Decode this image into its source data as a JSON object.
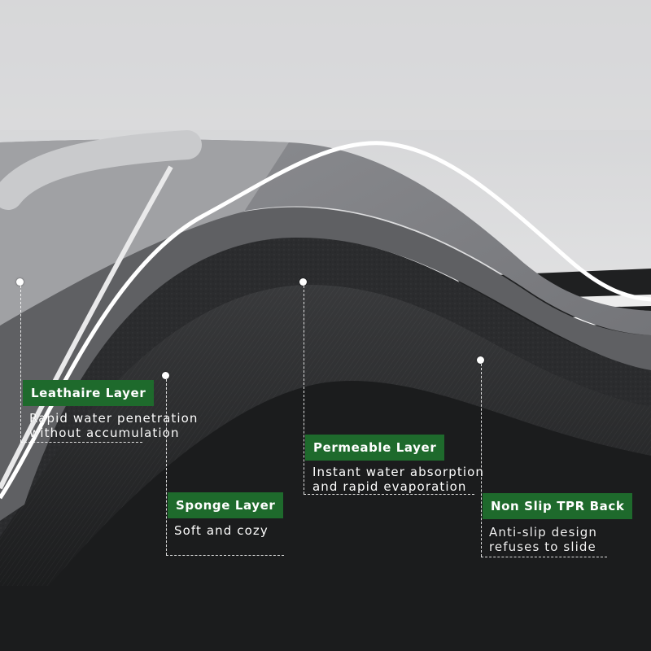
{
  "colors": {
    "label_bg": "#1e6a2c",
    "background": "#ffffff",
    "top_layer": "#8a8b8f",
    "dark_layers": "#2e2f31"
  },
  "layers": [
    {
      "title": "Leathaire Layer",
      "desc": [
        "Rapid water penetration",
        "without accumulation"
      ]
    },
    {
      "title": "Sponge Layer",
      "desc": [
        "Soft and cozy"
      ]
    },
    {
      "title": "Permeable Layer",
      "desc": [
        "Instant water absorption",
        "and rapid evaporation"
      ]
    },
    {
      "title": "Non Slip TPR Back",
      "desc": [
        "Anti-slip design",
        "refuses to slide"
      ]
    }
  ]
}
